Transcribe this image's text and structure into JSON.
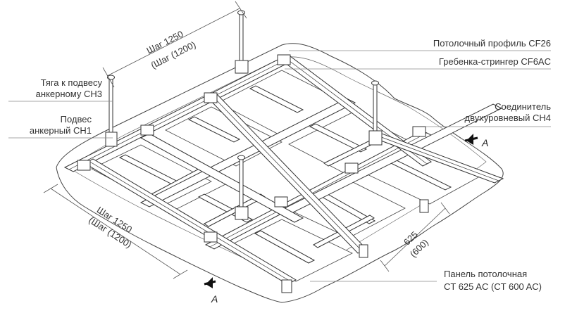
{
  "labels": {
    "profile_cf26": "Потолочный профиль CF26",
    "stringer_cf6ac": "Гребенка-стрингер CF6AC",
    "rod_ch3_line1": "Тяга к подвесу",
    "rod_ch3_line2": "анкерному CH3",
    "hanger_ch1_line1": "Подвес",
    "hanger_ch1_line2": "анкерный CH1",
    "connector_ch4_line1": "Соединитель",
    "connector_ch4_line2": "двухуровневый CH4",
    "panel_line1": "Панель потолочная",
    "panel_line2": "CT 625 AC (CT 600 AC)"
  },
  "dimensions": {
    "top_step": "Шаг 1250",
    "top_step_alt": "(Шаг (1200)",
    "left_step": "Шаг 1250",
    "left_step_alt": "(Шаг (1200)",
    "panel_size": "625",
    "panel_size_alt": "(600)"
  },
  "section_marks": {
    "right": "A",
    "bottom": "A"
  }
}
